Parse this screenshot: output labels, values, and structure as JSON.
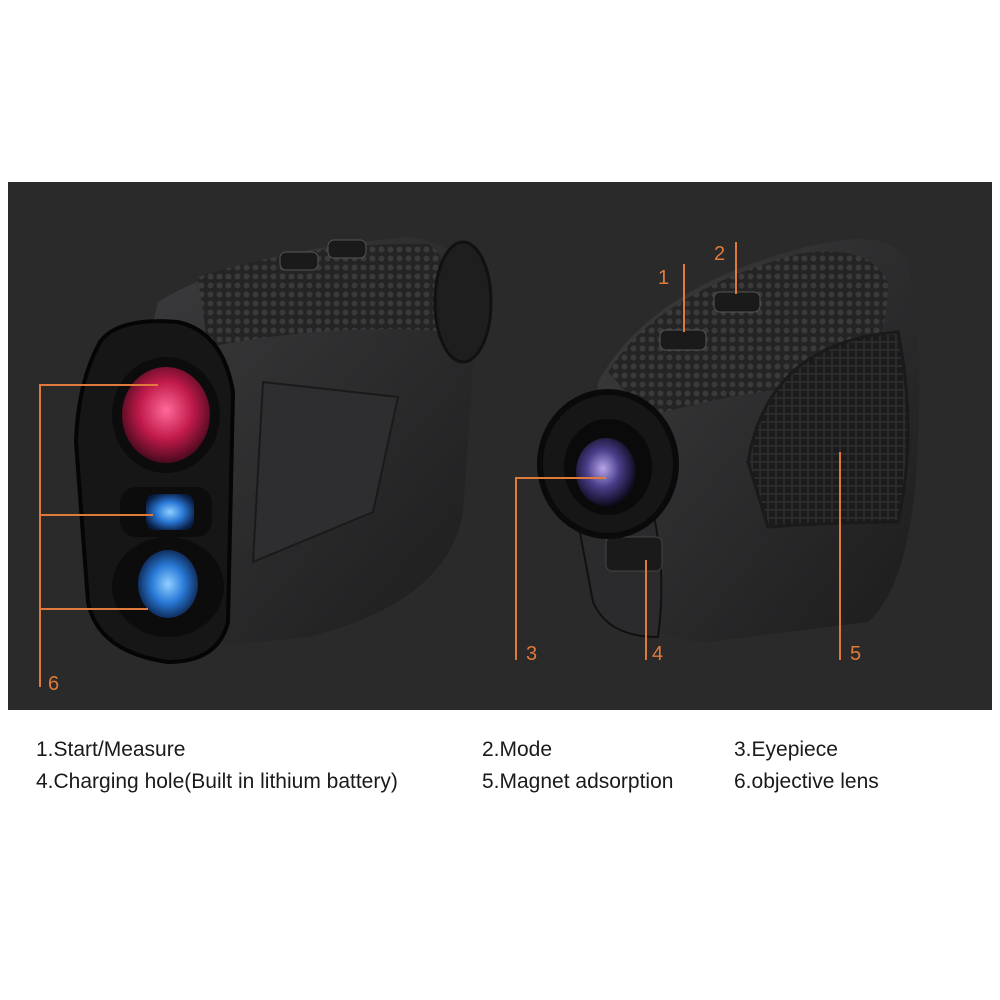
{
  "callouts": {
    "n1": "1",
    "n2": "2",
    "n3": "3",
    "n4": "4",
    "n5": "5",
    "n6": "6"
  },
  "legend": {
    "item1": "1.Start/Measure",
    "item2": "2.Mode",
    "item3": "3.Eyepiece",
    "item4": "4.Charging hole(Built in lithium battery)",
    "item5": "5.Magnet adsorption",
    "item6": "6.objective lens"
  },
  "colors": {
    "panel_bg": "#2a2a2a",
    "callout": "#e07a3a",
    "lens_red": "#c01a4a",
    "lens_blue": "#2a7ad8"
  },
  "icons": [
    "rangefinder-front-image",
    "rangefinder-rear-image"
  ]
}
